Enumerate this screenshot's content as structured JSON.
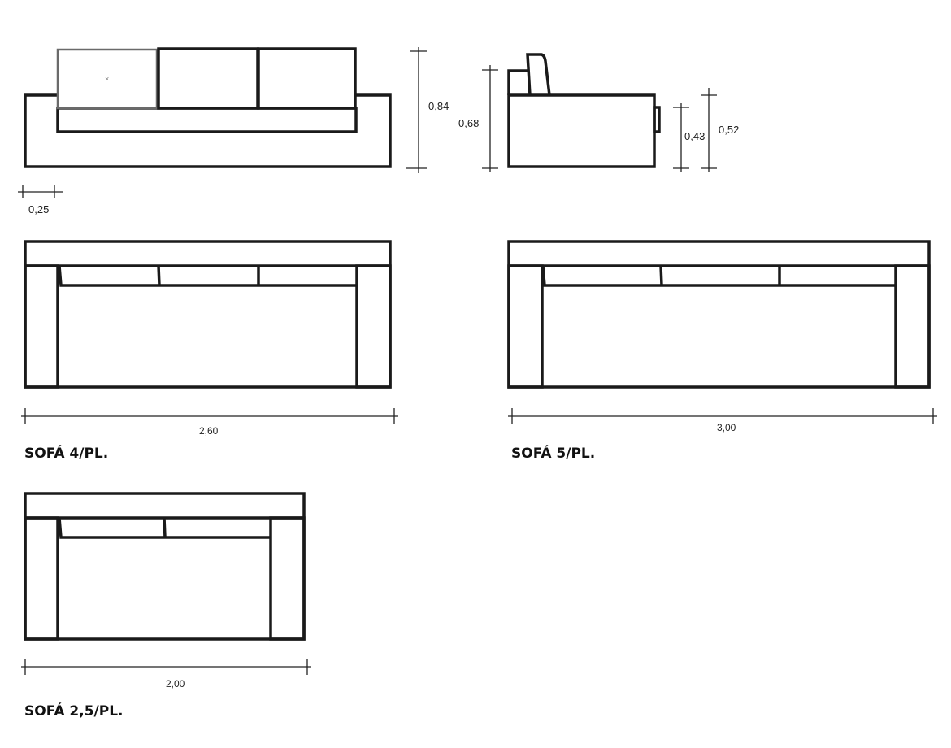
{
  "front_view": {
    "height_dim": "0,84",
    "arm_dim": "0,25",
    "marker": "×"
  },
  "side_view": {
    "height_dim": "0,68",
    "seat_dim": "0,43",
    "arm_dim": "0,52"
  },
  "sofas": [
    {
      "title": "SOFÁ 4/PL.",
      "width_dim": "2,60"
    },
    {
      "title": "SOFÁ 5/PL.",
      "width_dim": "3,00"
    },
    {
      "title": "SOFÁ 2,5/PL.",
      "width_dim": "2,00"
    }
  ]
}
